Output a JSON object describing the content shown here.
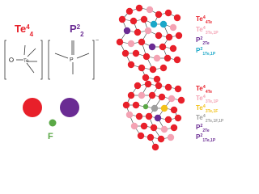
{
  "left_panel": {
    "te_species": {
      "base": "Te",
      "sup": "4",
      "sub": "4",
      "color": "#e8202a"
    },
    "p_species": {
      "base": "P",
      "sup": "2",
      "sub": "2",
      "color": "#6a2b93"
    },
    "fluoride_label": "F",
    "fluoride_color": "#5aa846",
    "te_element_label": "Te",
    "p_element_label": "P"
  },
  "legend_top": [
    {
      "base": "Te",
      "sup": "4",
      "sub": "4Te",
      "color": "#e8202a"
    },
    {
      "base": "Te",
      "sup": "4",
      "sub": "3Te,1P",
      "color": "#f4a3b4"
    },
    {
      "base": "P",
      "sup": "2",
      "sub": "2Te",
      "color": "#6a2b93"
    },
    {
      "base": "P",
      "sup": "2",
      "sub": "1Te,1P",
      "color": "#1aa7c8"
    }
  ],
  "legend_bottom": [
    {
      "base": "Te",
      "sup": "4",
      "sub": "4Te",
      "color": "#e8202a"
    },
    {
      "base": "Te",
      "sup": "4",
      "sub": "3Te,1P",
      "color": "#f4a3b4"
    },
    {
      "base": "Te",
      "sup": "4",
      "sub": "3Te,1F",
      "color": "#f3c21a"
    },
    {
      "base": "Te",
      "sup": "4",
      "sub": "2Te,1F,1P",
      "color": "#9e9e9e"
    },
    {
      "base": "P",
      "sup": "2",
      "sub": "2Te",
      "color": "#6a2b93"
    },
    {
      "base": "P",
      "sup": "2",
      "sub": "1Te,1P",
      "color": "#6a2b93"
    }
  ],
  "colors": {
    "te_red": "#e8202a",
    "te_pink": "#f4a3b4",
    "te_yellow": "#f3c21a",
    "te_grey": "#9e9e9e",
    "p_purple": "#6a2b93",
    "p_cyan": "#1aa7c8",
    "f_green": "#5aa846",
    "bond": "#333333"
  }
}
